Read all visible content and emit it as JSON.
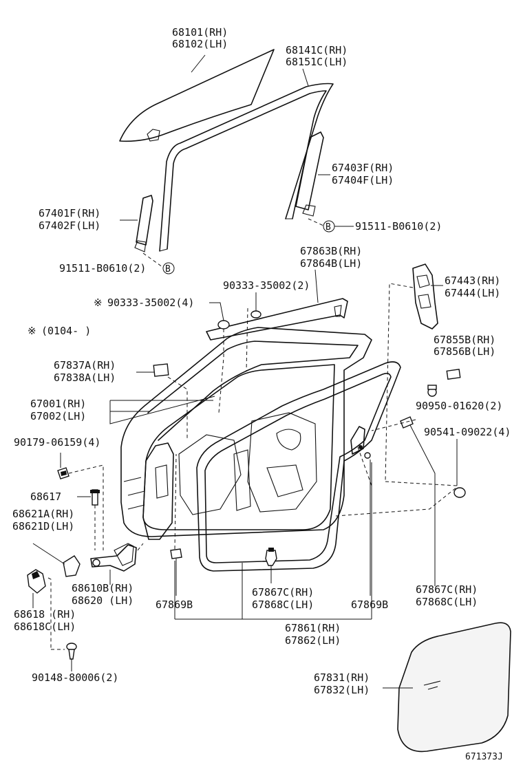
{
  "labels": {
    "glass": [
      "68101(RH)",
      "68102(LH)"
    ],
    "run_channel": [
      "68141C(RH)",
      "68151C(LH)"
    ],
    "rear_channel": [
      "67403F(RH)",
      "67404F(LH)"
    ],
    "front_channel": [
      "67401F(RH)",
      "67402F(LH)"
    ],
    "bolt_b_right": "91511-B0610(2)",
    "bolt_b_left": "91511-B0610(2)",
    "belt_moulding": [
      "67863B(RH)",
      "67864B(LH)"
    ],
    "hinge_cover": [
      "67443(RH)",
      "67444(LH)"
    ],
    "clip_90333_2": "90333-35002(2)",
    "clip_90333_4": "90333-35002(4)",
    "date_note": "(0104-        )",
    "note_marker": "※",
    "grommet": [
      "67855B(RH)",
      "67856B(LH)"
    ],
    "cushion": [
      "67837A(RH)",
      "67838A(LH)"
    ],
    "door_panel": [
      "67001(RH)",
      "67002(LH)"
    ],
    "plug_90950": "90950-01620(2)",
    "bolt_90179": "90179-06159(4)",
    "bolt_90541": "90541-09022(4)",
    "part_68617": "68617",
    "bracket_68621": [
      "68621A(RH)",
      "68621D(LH)"
    ],
    "check_68610": [
      "68610B(RH)",
      "68620  (LH)"
    ],
    "part_68618": [
      "68618  (RH)",
      "68618C(LH)"
    ],
    "clip_67869_left": "67869B",
    "clip_67867": [
      "67867C(RH)",
      "67868C(LH)"
    ],
    "clip_67869_right": "67869B",
    "clip_67867_right": [
      "67867C(RH)",
      "67868C(LH)"
    ],
    "weatherstrip": [
      "67861(RH)",
      "67862(LH)"
    ],
    "screw_90148": "90148-80006(2)",
    "service_hole_cover": [
      "67831(RH)",
      "67832(LH)"
    ],
    "callout_b": "B",
    "figure_code": "671373J"
  }
}
